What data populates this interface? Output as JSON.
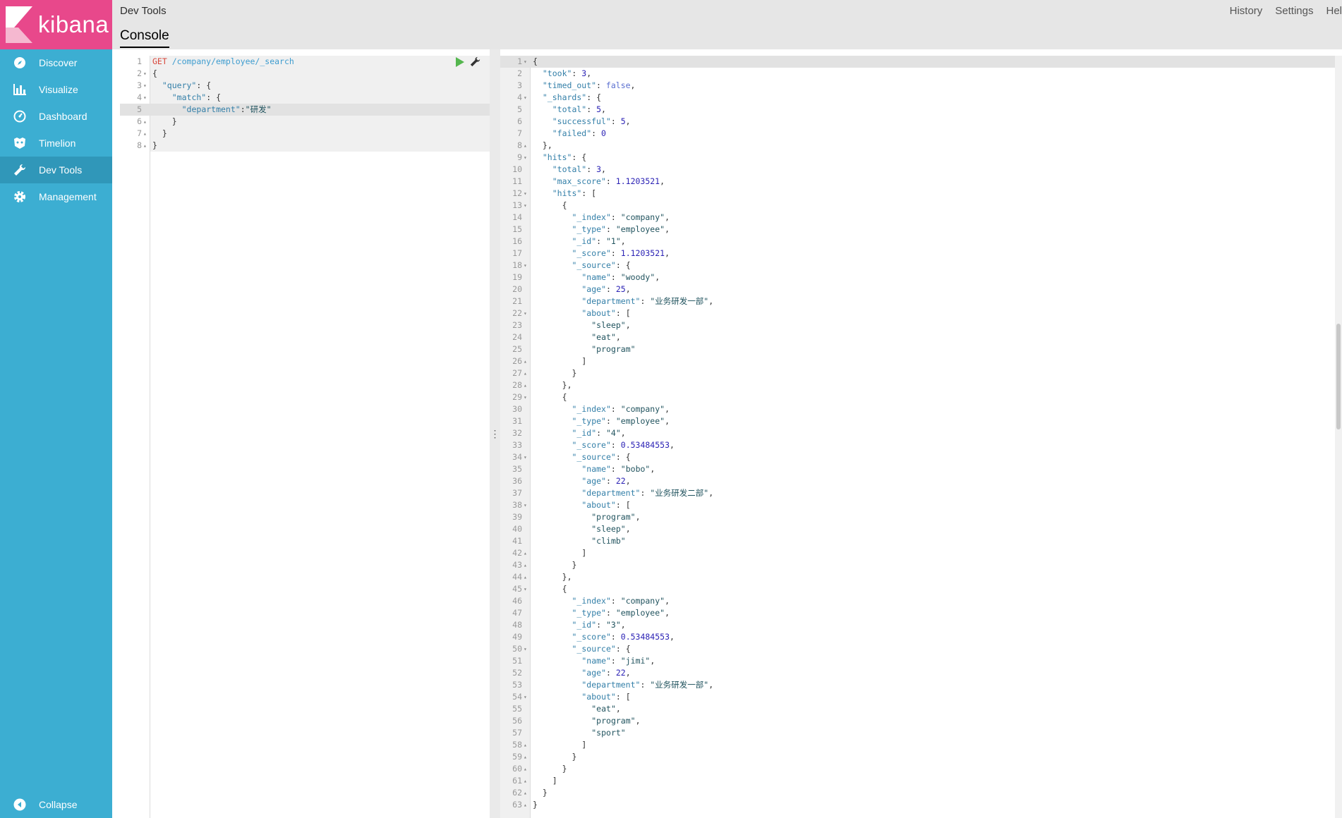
{
  "sidebar": {
    "logo_text": "kibana",
    "items": [
      {
        "label": "Discover",
        "icon": "compass-icon"
      },
      {
        "label": "Visualize",
        "icon": "bar-chart-icon"
      },
      {
        "label": "Dashboard",
        "icon": "dashboard-icon"
      },
      {
        "label": "Timelion",
        "icon": "timelion-icon"
      },
      {
        "label": "Dev Tools",
        "icon": "wrench-icon",
        "active": true
      },
      {
        "label": "Management",
        "icon": "gear-icon"
      }
    ],
    "collapse_label": "Collapse"
  },
  "header": {
    "title": "Dev Tools",
    "tab": "Console",
    "links": [
      "History",
      "Settings",
      "Hel"
    ]
  },
  "colors": {
    "sidebar_bg": "#3caed2",
    "logo_bg": "#e8488b",
    "active_item": "#3097b9"
  },
  "request_editor": {
    "lines": [
      "GET /company/employee/_search",
      "{",
      "  \"query\": {",
      "    \"match\": {",
      "      \"department\":\"研发\"",
      "    }",
      "  }",
      "}"
    ],
    "fold_markers": [
      "",
      "▾",
      "▾",
      "▾",
      "",
      "▴",
      "▴",
      "▴"
    ],
    "highlight_line": 5
  },
  "response_editor": {
    "lines": [
      "{",
      "  \"took\": 3,",
      "  \"timed_out\": false,",
      "  \"_shards\": {",
      "    \"total\": 5,",
      "    \"successful\": 5,",
      "    \"failed\": 0",
      "  },",
      "  \"hits\": {",
      "    \"total\": 3,",
      "    \"max_score\": 1.1203521,",
      "    \"hits\": [",
      "      {",
      "        \"_index\": \"company\",",
      "        \"_type\": \"employee\",",
      "        \"_id\": \"1\",",
      "        \"_score\": 1.1203521,",
      "        \"_source\": {",
      "          \"name\": \"woody\",",
      "          \"age\": 25,",
      "          \"department\": \"业务研发一部\",",
      "          \"about\": [",
      "            \"sleep\",",
      "            \"eat\",",
      "            \"program\"",
      "          ]",
      "        }",
      "      },",
      "      {",
      "        \"_index\": \"company\",",
      "        \"_type\": \"employee\",",
      "        \"_id\": \"4\",",
      "        \"_score\": 0.53484553,",
      "        \"_source\": {",
      "          \"name\": \"bobo\",",
      "          \"age\": 22,",
      "          \"department\": \"业务研发二部\",",
      "          \"about\": [",
      "            \"program\",",
      "            \"sleep\",",
      "            \"climb\"",
      "          ]",
      "        }",
      "      },",
      "      {",
      "        \"_index\": \"company\",",
      "        \"_type\": \"employee\",",
      "        \"_id\": \"3\",",
      "        \"_score\": 0.53484553,",
      "        \"_source\": {",
      "          \"name\": \"jimi\",",
      "          \"age\": 22,",
      "          \"department\": \"业务研发一部\",",
      "          \"about\": [",
      "            \"eat\",",
      "            \"program\",",
      "            \"sport\"",
      "          ]",
      "        }",
      "      }",
      "    ]",
      "  }",
      "}"
    ],
    "fold_markers": [
      "▾",
      "",
      "",
      "▾",
      "",
      "",
      "",
      "▴",
      "▾",
      "",
      "",
      "▾",
      "▾",
      "",
      "",
      "",
      "",
      "▾",
      "",
      "",
      "",
      "▾",
      "",
      "",
      "",
      "▴",
      "▴",
      "▴",
      "▾",
      "",
      "",
      "",
      "",
      "▾",
      "",
      "",
      "",
      "▾",
      "",
      "",
      "",
      "▴",
      "▴",
      "▴",
      "▾",
      "",
      "",
      "",
      "",
      "▾",
      "",
      "",
      "",
      "▾",
      "",
      "",
      "",
      "▴",
      "▴",
      "▴",
      "▴",
      "▴",
      "▴"
    ],
    "highlight_line": 1
  }
}
